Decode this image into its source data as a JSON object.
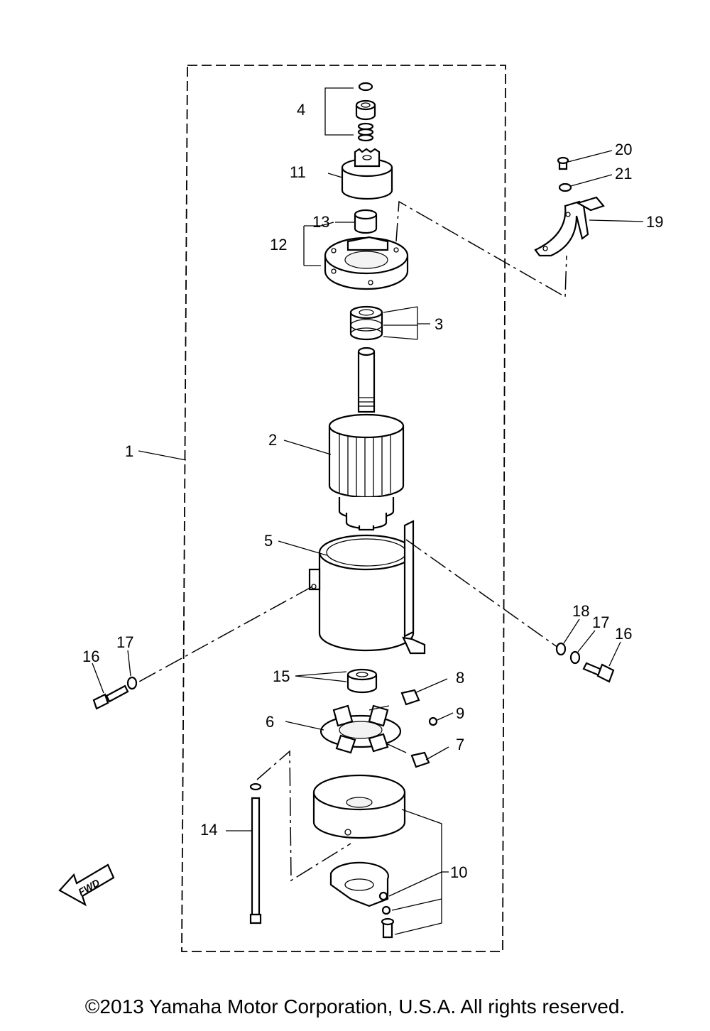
{
  "callouts": {
    "c1": "1",
    "c2": "2",
    "c3": "3",
    "c4": "4",
    "c5": "5",
    "c6": "6",
    "c7": "7",
    "c8": "8",
    "c9": "9",
    "c10": "10",
    "c11": "11",
    "c12": "12",
    "c13": "13",
    "c14": "14",
    "c15": "15",
    "c16a": "16",
    "c16b": "16",
    "c17a": "17",
    "c17b": "17",
    "c18": "18",
    "c19": "19",
    "c20": "20",
    "c21": "21"
  },
  "fwd_label": "FWD",
  "copyright": "©2013 Yamaha Motor Corporation, U.S.A. All rights reserved."
}
